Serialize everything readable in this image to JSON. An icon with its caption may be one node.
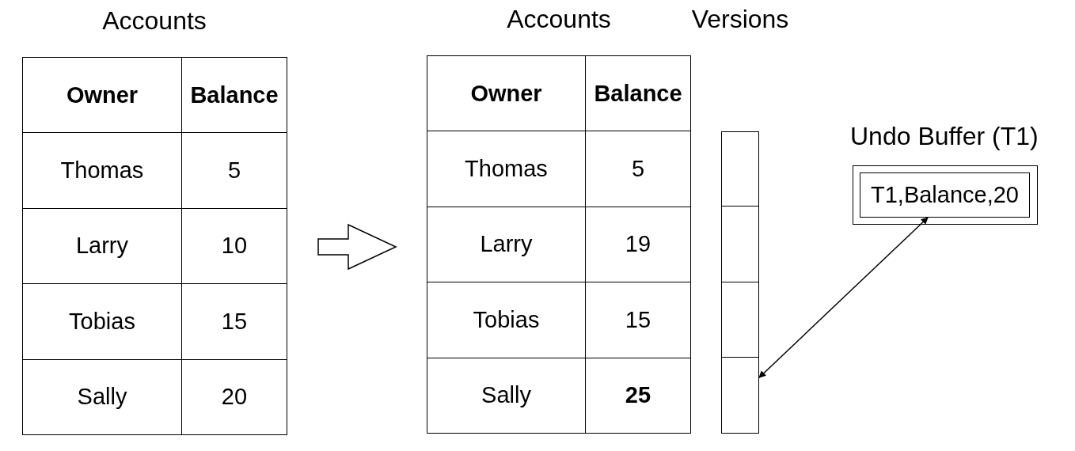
{
  "diagram": {
    "nodes": [
      {
        "text": [
          "Accounts"
        ]
      },
      {
        "text": [
          "Accounts"
        ]
      },
      {
        "text": [
          "Versions"
        ]
      },
      {
        "text": [],
        "shape": "box",
        "in": 2
      },
      {
        "text": [],
        "shape": "box",
        "in": 2
      },
      {
        "text": [],
        "shape": "box",
        "in": 2
      },
      {
        "text": [],
        "shape": "box",
        "in": 2
      },
      {
        "text": [
          "Undo Buffer (T1)"
        ]
      },
      {
        "text": [
          "T1,Balance,20"
        ],
        "in": 7
      }
    ],
    "edges": [
      {
        "from": 0,
        "to": 1,
        "arrow": "to"
      },
      {
        "from": 6,
        "to": 8,
        "arrow": "both"
      }
    ],
    "labels": [
      "Owner",
      "Balance",
      "Thomas",
      "5",
      "Larry",
      "10",
      "Tobias",
      "15",
      "Sally",
      "20",
      "Owner",
      "Balance",
      "Thomas",
      "5",
      "Larry",
      "19",
      "Tobias",
      "15",
      "Sally",
      "25"
    ]
  }
}
